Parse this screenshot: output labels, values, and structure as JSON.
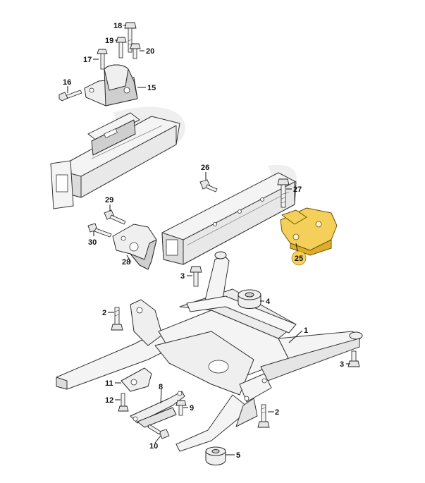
{
  "parts": [
    {
      "number": "1"
    },
    {
      "number": "2"
    },
    {
      "number": "2"
    },
    {
      "number": "3"
    },
    {
      "number": "3"
    },
    {
      "number": "4"
    },
    {
      "number": "5"
    },
    {
      "number": "8"
    },
    {
      "number": "9"
    },
    {
      "number": "10"
    },
    {
      "number": "11"
    },
    {
      "number": "12"
    },
    {
      "number": "15"
    },
    {
      "number": "16"
    },
    {
      "number": "17"
    },
    {
      "number": "18"
    },
    {
      "number": "19"
    },
    {
      "number": "20"
    },
    {
      "number": "25",
      "highlighted": true
    },
    {
      "number": "26"
    },
    {
      "number": "27"
    },
    {
      "number": "28"
    },
    {
      "number": "29"
    },
    {
      "number": "30"
    }
  ],
  "colors": {
    "highlight": "#f4cf5a",
    "line": "#222222",
    "part_fill": "#efefef"
  }
}
